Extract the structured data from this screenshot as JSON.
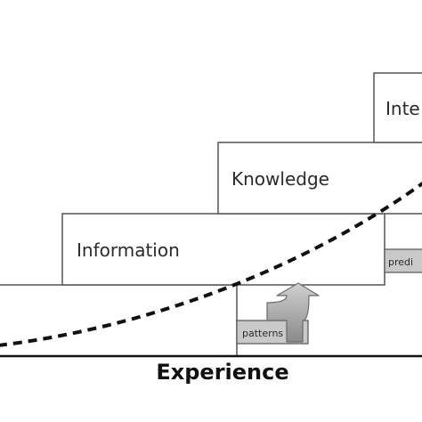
{
  "diagram": {
    "steps": [
      {
        "id": "data",
        "label": ""
      },
      {
        "id": "information",
        "label": "Information"
      },
      {
        "id": "knowledge",
        "label": "Knowledge"
      },
      {
        "id": "intelligence",
        "label": "Inte"
      }
    ],
    "transitions": [
      {
        "id": "patterns",
        "label": "patterns"
      },
      {
        "id": "predictions",
        "label": "predi"
      }
    ],
    "axis": {
      "xlabel": "Experience"
    }
  }
}
